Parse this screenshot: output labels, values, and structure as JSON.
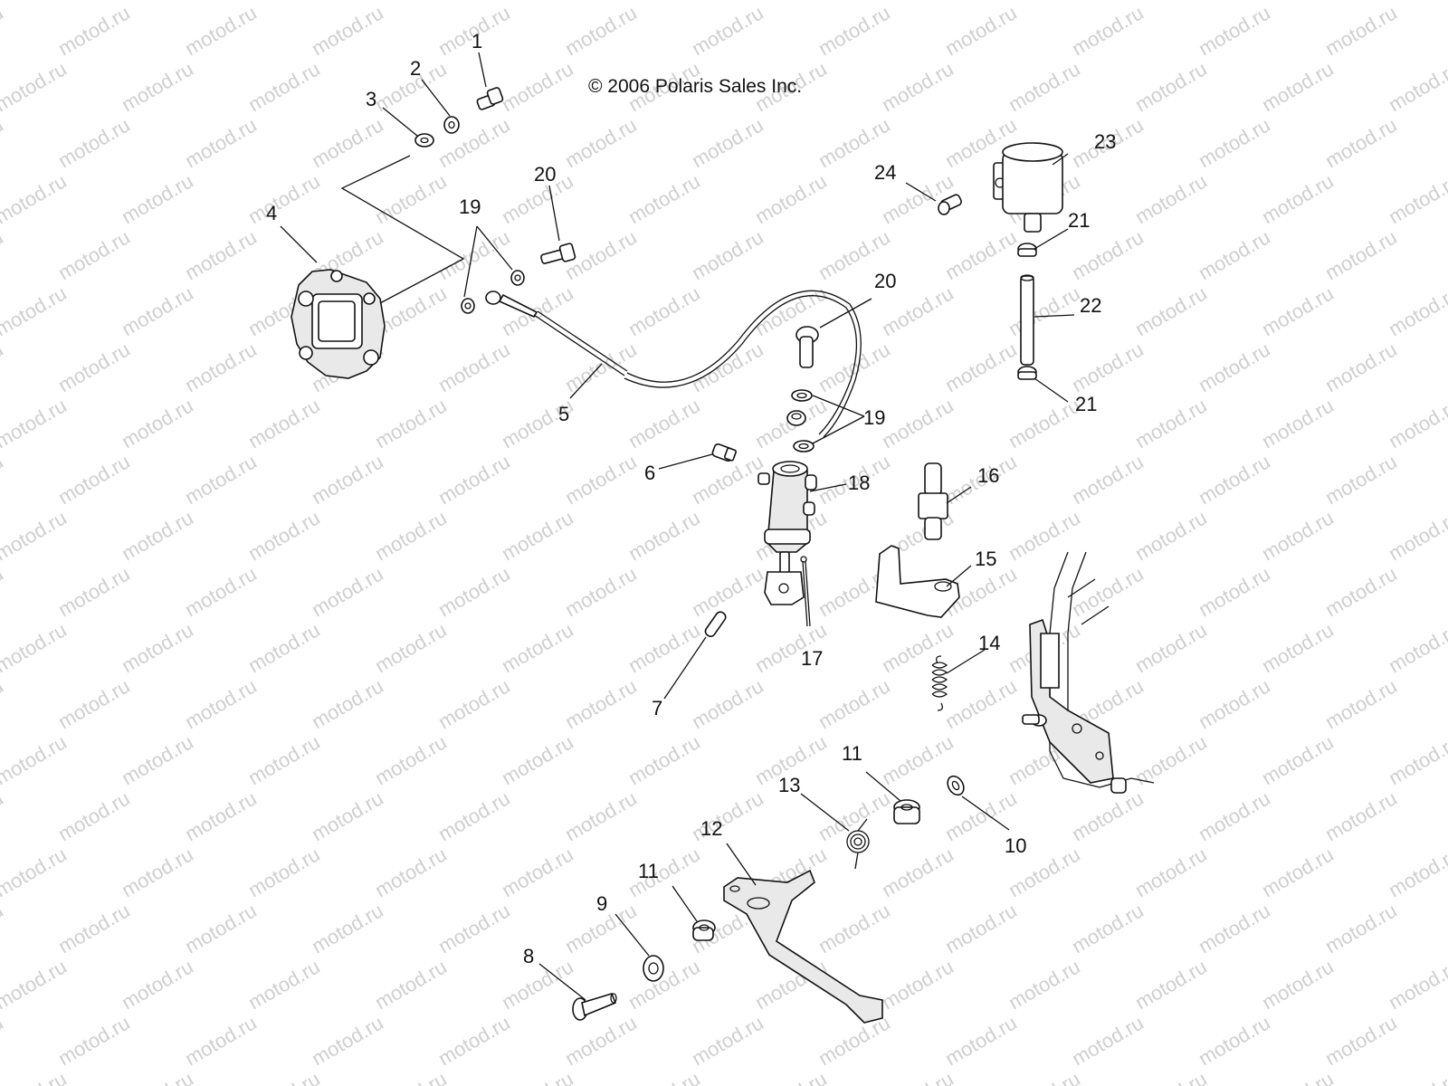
{
  "copyright": "© 2006 Polaris Sales Inc.",
  "watermark": "motod.ru",
  "callouts": {
    "c1": "1",
    "c2": "2",
    "c3": "3",
    "c4": "4",
    "c5": "5",
    "c6": "6",
    "c7": "7",
    "c8": "8",
    "c9": "9",
    "c10": "10",
    "c11a": "11",
    "c11b": "11",
    "c12": "12",
    "c13": "13",
    "c14": "14",
    "c15": "15",
    "c16": "16",
    "c17": "17",
    "c18": "18",
    "c19a": "19",
    "c19b": "19",
    "c20a": "20",
    "c20b": "20",
    "c21a": "21",
    "c21b": "21",
    "c22": "22",
    "c23": "23",
    "c24": "24"
  }
}
